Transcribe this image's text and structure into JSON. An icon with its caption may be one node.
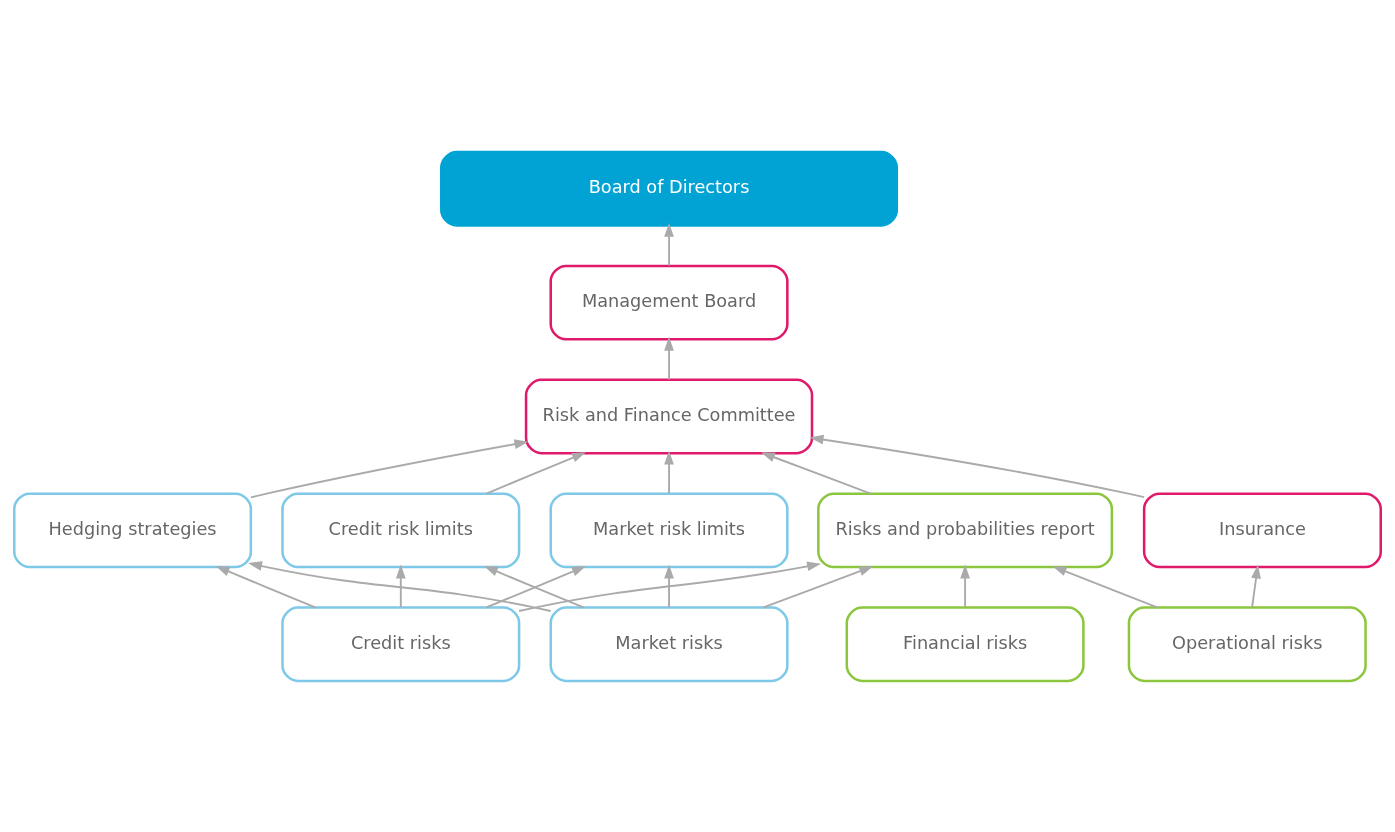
{
  "diagram": {
    "nodes": [
      {
        "text": [
          "Board of Directors"
        ]
      },
      {
        "text": [
          "Management Board"
        ]
      },
      {
        "text": [
          "Risk and Finance Committee"
        ]
      },
      {
        "text": [
          "Hedging strategies"
        ]
      },
      {
        "text": [
          "Credit risk limits"
        ]
      },
      {
        "text": [
          "Market risk limits"
        ]
      },
      {
        "text": [
          "Risks and probabilities report"
        ]
      },
      {
        "text": [
          "Insurance"
        ]
      },
      {
        "text": [
          "Credit risks"
        ]
      },
      {
        "text": [
          "Operational risks"
        ]
      },
      {
        "text": [
          "Market risks"
        ]
      },
      {
        "text": [
          "Financial risks"
        ]
      }
    ],
    "edges": [
      {
        "from": 1,
        "to": 0,
        "arrow": "to"
      },
      {
        "from": 2,
        "to": 1,
        "arrow": "to"
      },
      {
        "from": 7,
        "to": 2,
        "arrow": "to"
      },
      {
        "from": 6,
        "to": 2,
        "arrow": "to"
      },
      {
        "from": 3,
        "to": 2,
        "arrow": "to"
      },
      {
        "from": 4,
        "to": 2,
        "arrow": "to"
      },
      {
        "from": 5,
        "to": 2,
        "arrow": "to"
      },
      {
        "from": 8,
        "to": 6,
        "arrow": "to"
      },
      {
        "from": 10,
        "to": 6,
        "arrow": "to"
      },
      {
        "from": 9,
        "to": 7,
        "arrow": "to"
      },
      {
        "from": 9,
        "to": 6,
        "arrow": "to"
      },
      {
        "from": 11,
        "to": 6,
        "arrow": "to"
      },
      {
        "from": 8,
        "to": 3,
        "arrow": "to"
      },
      {
        "from": 8,
        "to": 4,
        "arrow": "to"
      },
      {
        "from": 8,
        "to": 5,
        "arrow": "to"
      },
      {
        "from": 10,
        "to": 3,
        "arrow": "to"
      },
      {
        "from": 10,
        "to": 4,
        "arrow": "to"
      },
      {
        "from": 10,
        "to": 5,
        "arrow": "to"
      }
    ]
  }
}
